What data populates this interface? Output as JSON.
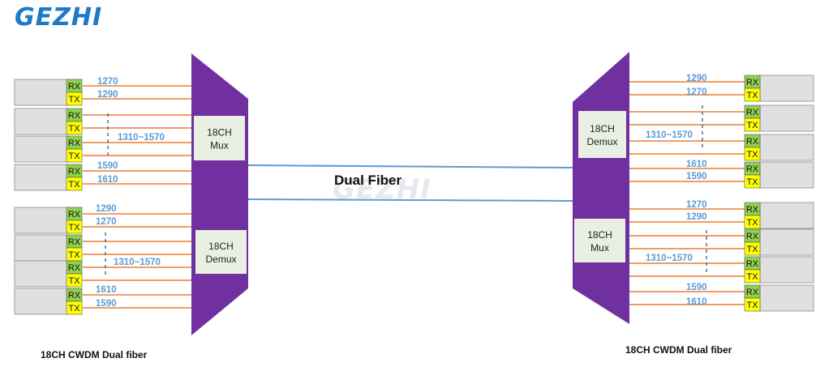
{
  "logo": "GEZHI",
  "watermark": "GEZHI",
  "fiber_label": "Dual Fiber",
  "captions": {
    "left": "18CH CWDM Dual fiber",
    "right": "18CH CWDM Dual fiber"
  },
  "port_labels": {
    "rx": "RX",
    "tx": "TX"
  },
  "colors": {
    "device": "#7030a0",
    "fiber_line": "#5b9bd5",
    "channel_line": "#ed7d31",
    "wavelength_text": "#5b9bd5",
    "rx_fill": "#92d050",
    "tx_fill": "#ffff00",
    "module_fill": "#e0e0e0",
    "box_fill": "#e9f0e3"
  },
  "left_device": {
    "top_box": {
      "line1": "18CH",
      "line2": "Mux"
    },
    "bottom_box": {
      "line1": "18CH",
      "line2": "Demux"
    },
    "group_top": [
      "1270",
      "1290",
      "1310~1570",
      "1590",
      "1610"
    ],
    "group_bottom": [
      "1290",
      "1270",
      "1310~1570",
      "1610",
      "1590"
    ]
  },
  "right_device": {
    "top_box": {
      "line1": "18CH",
      "line2": "Demux"
    },
    "bottom_box": {
      "line1": "18CH",
      "line2": "Mux"
    },
    "group_top": [
      "1290",
      "1270",
      "1310~1570",
      "1610",
      "1590"
    ],
    "group_bottom": [
      "1270",
      "1290",
      "1310~1570",
      "1590",
      "1610"
    ]
  }
}
